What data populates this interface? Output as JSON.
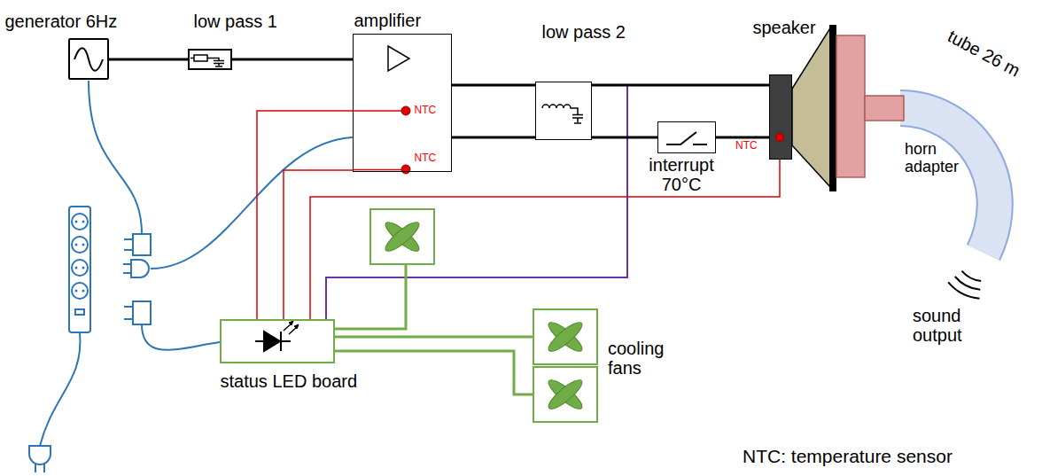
{
  "diagram": {
    "nodes": [
      {
        "text": [
          "generator 6Hz"
        ]
      },
      {
        "text": [
          "low pass 1"
        ]
      },
      {
        "text": [
          "amplifier",
          "NTC",
          "NTC"
        ]
      },
      {
        "text": [
          "low pass 2"
        ]
      },
      {
        "text": [
          "interrupt 70°C"
        ]
      },
      {
        "text": [
          "speaker"
        ]
      },
      {
        "text": [
          "status LED board"
        ]
      }
    ],
    "edges": [
      {
        "from": 0,
        "to": 1,
        "arrow": "none"
      },
      {
        "from": 1,
        "to": 2,
        "arrow": "none"
      },
      {
        "from": 2,
        "to": 3,
        "arrow": "none"
      },
      {
        "from": 2,
        "to": 3,
        "arrow": "none"
      },
      {
        "from": 3,
        "to": 5,
        "arrow": "none"
      },
      {
        "from": 3,
        "to": 4,
        "arrow": "none"
      },
      {
        "from": 4,
        "to": 5,
        "arrow": "none"
      },
      {
        "from": 6,
        "to": 2,
        "arrow": "none"
      },
      {
        "from": 6,
        "to": 2,
        "arrow": "none"
      },
      {
        "from": 6,
        "to": 5,
        "arrow": "none"
      }
    ],
    "labels": [
      "NTC",
      "horn adapter",
      "tube 26 m",
      "sound output",
      "cooling fans",
      "NTC: temperature sensor"
    ]
  }
}
